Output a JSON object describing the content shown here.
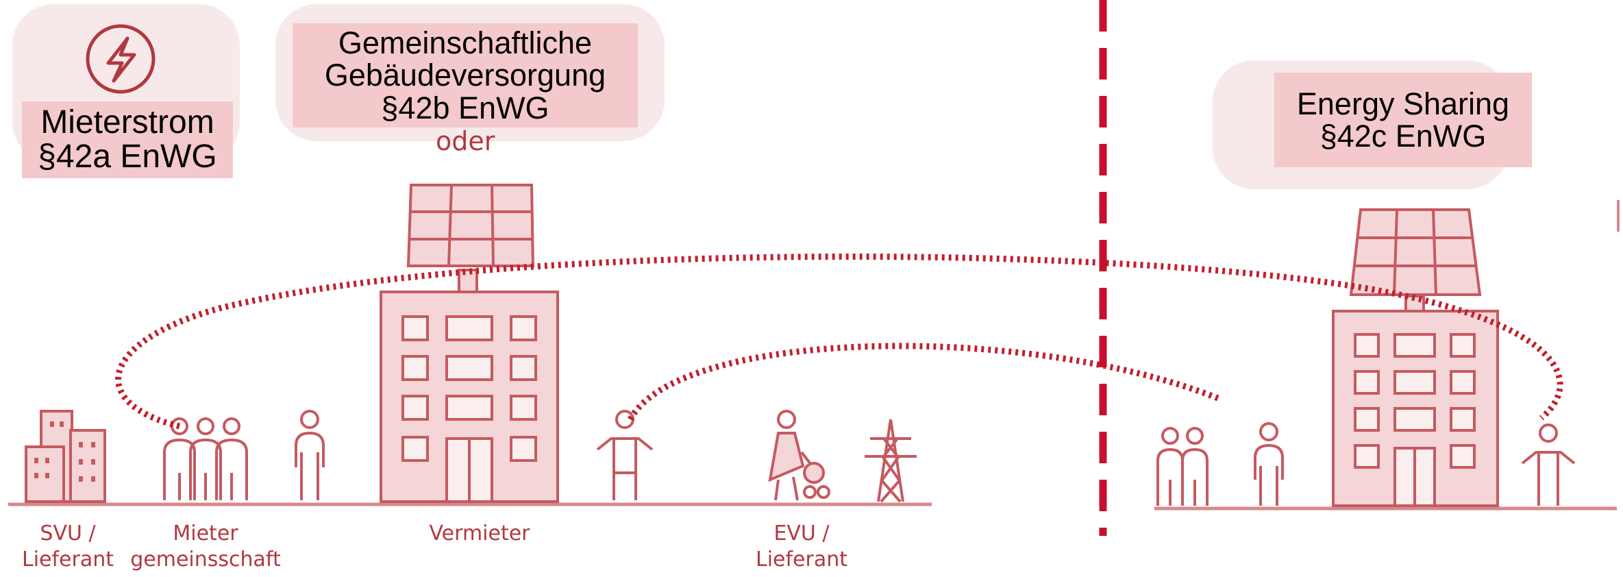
{
  "colors": {
    "accent": "#b0393f",
    "stroke": "#c55a60",
    "fill": "#f4d6d8",
    "label_bg": "#f4c9cc",
    "bubble": "#f7e9ea",
    "dots": "#c0202e",
    "divider": "#c8102e"
  },
  "boxes": {
    "mieterstrom": "Mieterstrom\n§42a EnWG",
    "gebaeude": "Gemeinschaftliche\nGebäudeversorgung\n§42b EnWG",
    "sharing": "Energy Sharing\n§42c EnWG"
  },
  "oder": "oder",
  "captions": {
    "svu": "SVU /\nLieferant",
    "mieter": "Mieter\ngemeinsschaft",
    "vermieter": "Vermieter",
    "evu": "EVU /\nLieferant"
  },
  "icons": {
    "lightning": "lightning-icon",
    "solar": "solar-panel-icon",
    "building": "building-icon",
    "person": "person-icon",
    "tower": "power-tower-icon"
  }
}
